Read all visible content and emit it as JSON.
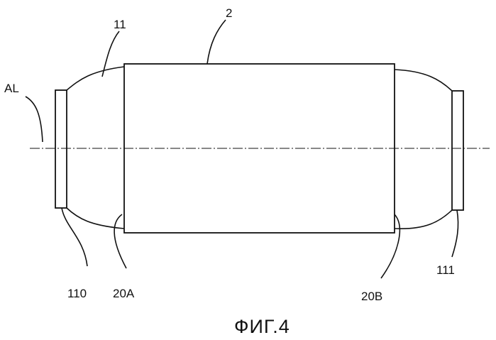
{
  "labels": {
    "axis": "AL",
    "part_11": "11",
    "part_2": "2",
    "part_110": "110",
    "part_20A": "20A",
    "part_20B": "20B",
    "part_111": "111"
  },
  "caption": "ФИГ.4",
  "colors": {
    "ink": "#111111",
    "background": "#ffffff"
  }
}
